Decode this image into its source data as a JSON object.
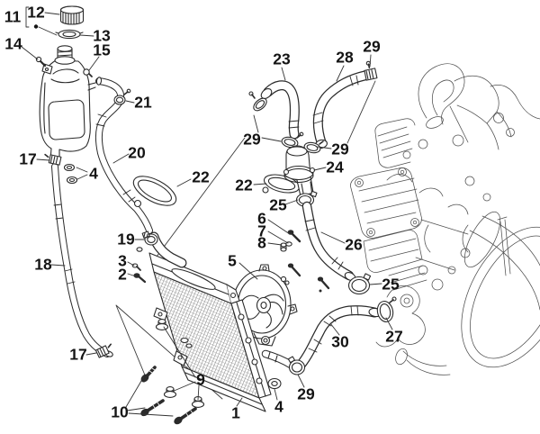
{
  "figure": {
    "background_color": "#ffffff",
    "line_color": "#2b2b2b",
    "engine_sketch_color": "#4f4f4f",
    "label_color": "#141414",
    "hatch_color": "#5f5f5f"
  },
  "callouts": [
    {
      "label": "11"
    },
    {
      "label": "12"
    },
    {
      "label": "13"
    },
    {
      "label": "14"
    },
    {
      "label": "15"
    },
    {
      "label": "21"
    },
    {
      "label": "17"
    },
    {
      "label": "4"
    },
    {
      "label": "20"
    },
    {
      "label": "18"
    },
    {
      "label": "19"
    },
    {
      "label": "3"
    },
    {
      "label": "2"
    },
    {
      "label": "22"
    },
    {
      "label": "22"
    },
    {
      "label": "23"
    },
    {
      "label": "28"
    },
    {
      "label": "29"
    },
    {
      "label": "29"
    },
    {
      "label": "29"
    },
    {
      "label": "24"
    },
    {
      "label": "25"
    },
    {
      "label": "26"
    },
    {
      "label": "25"
    },
    {
      "label": "6"
    },
    {
      "label": "7"
    },
    {
      "label": "8"
    },
    {
      "label": "5"
    },
    {
      "label": "27"
    },
    {
      "label": "30"
    },
    {
      "label": "29"
    },
    {
      "label": "4"
    },
    {
      "label": "1"
    },
    {
      "label": "9"
    },
    {
      "label": "10"
    },
    {
      "label": "17"
    }
  ]
}
